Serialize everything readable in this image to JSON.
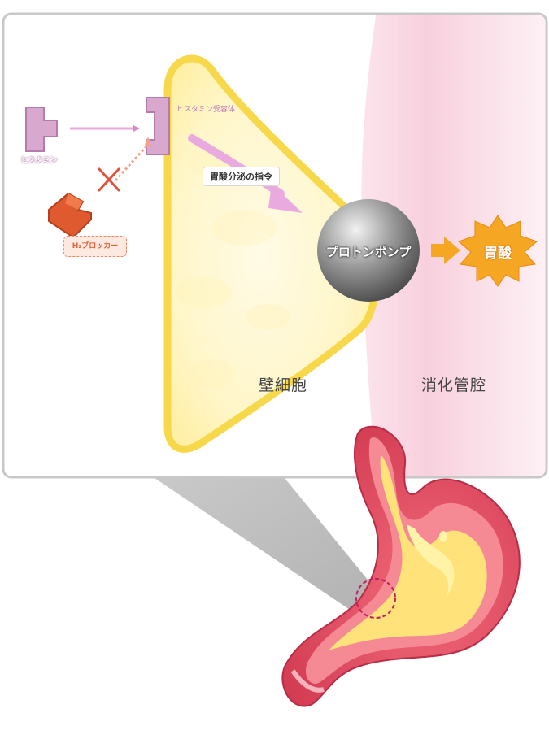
{
  "labels": {
    "histamine": "ヒスタミン",
    "histamine_receptor": "ヒスタミン受容体",
    "h2_blocker": "H₂ブロッカー",
    "acid_secretion_command": "胃酸分泌の指令",
    "proton_pump": "プロトンポンプ",
    "gastric_acid": "胃酸",
    "parietal_cell": "壁細胞",
    "digestive_lumen": "消化管腔"
  },
  "colors": {
    "histamine": "#d8a8cf",
    "blocker": "#e05a30",
    "cell_fill": "#fff7c8",
    "cell_border": "#f7d84a",
    "lumen": "#f9d3df",
    "pump": "#6f6f6f",
    "acid": "#f5a623",
    "stomach_wall": "#e5475f",
    "stomach_contents": "#ffe27a"
  }
}
